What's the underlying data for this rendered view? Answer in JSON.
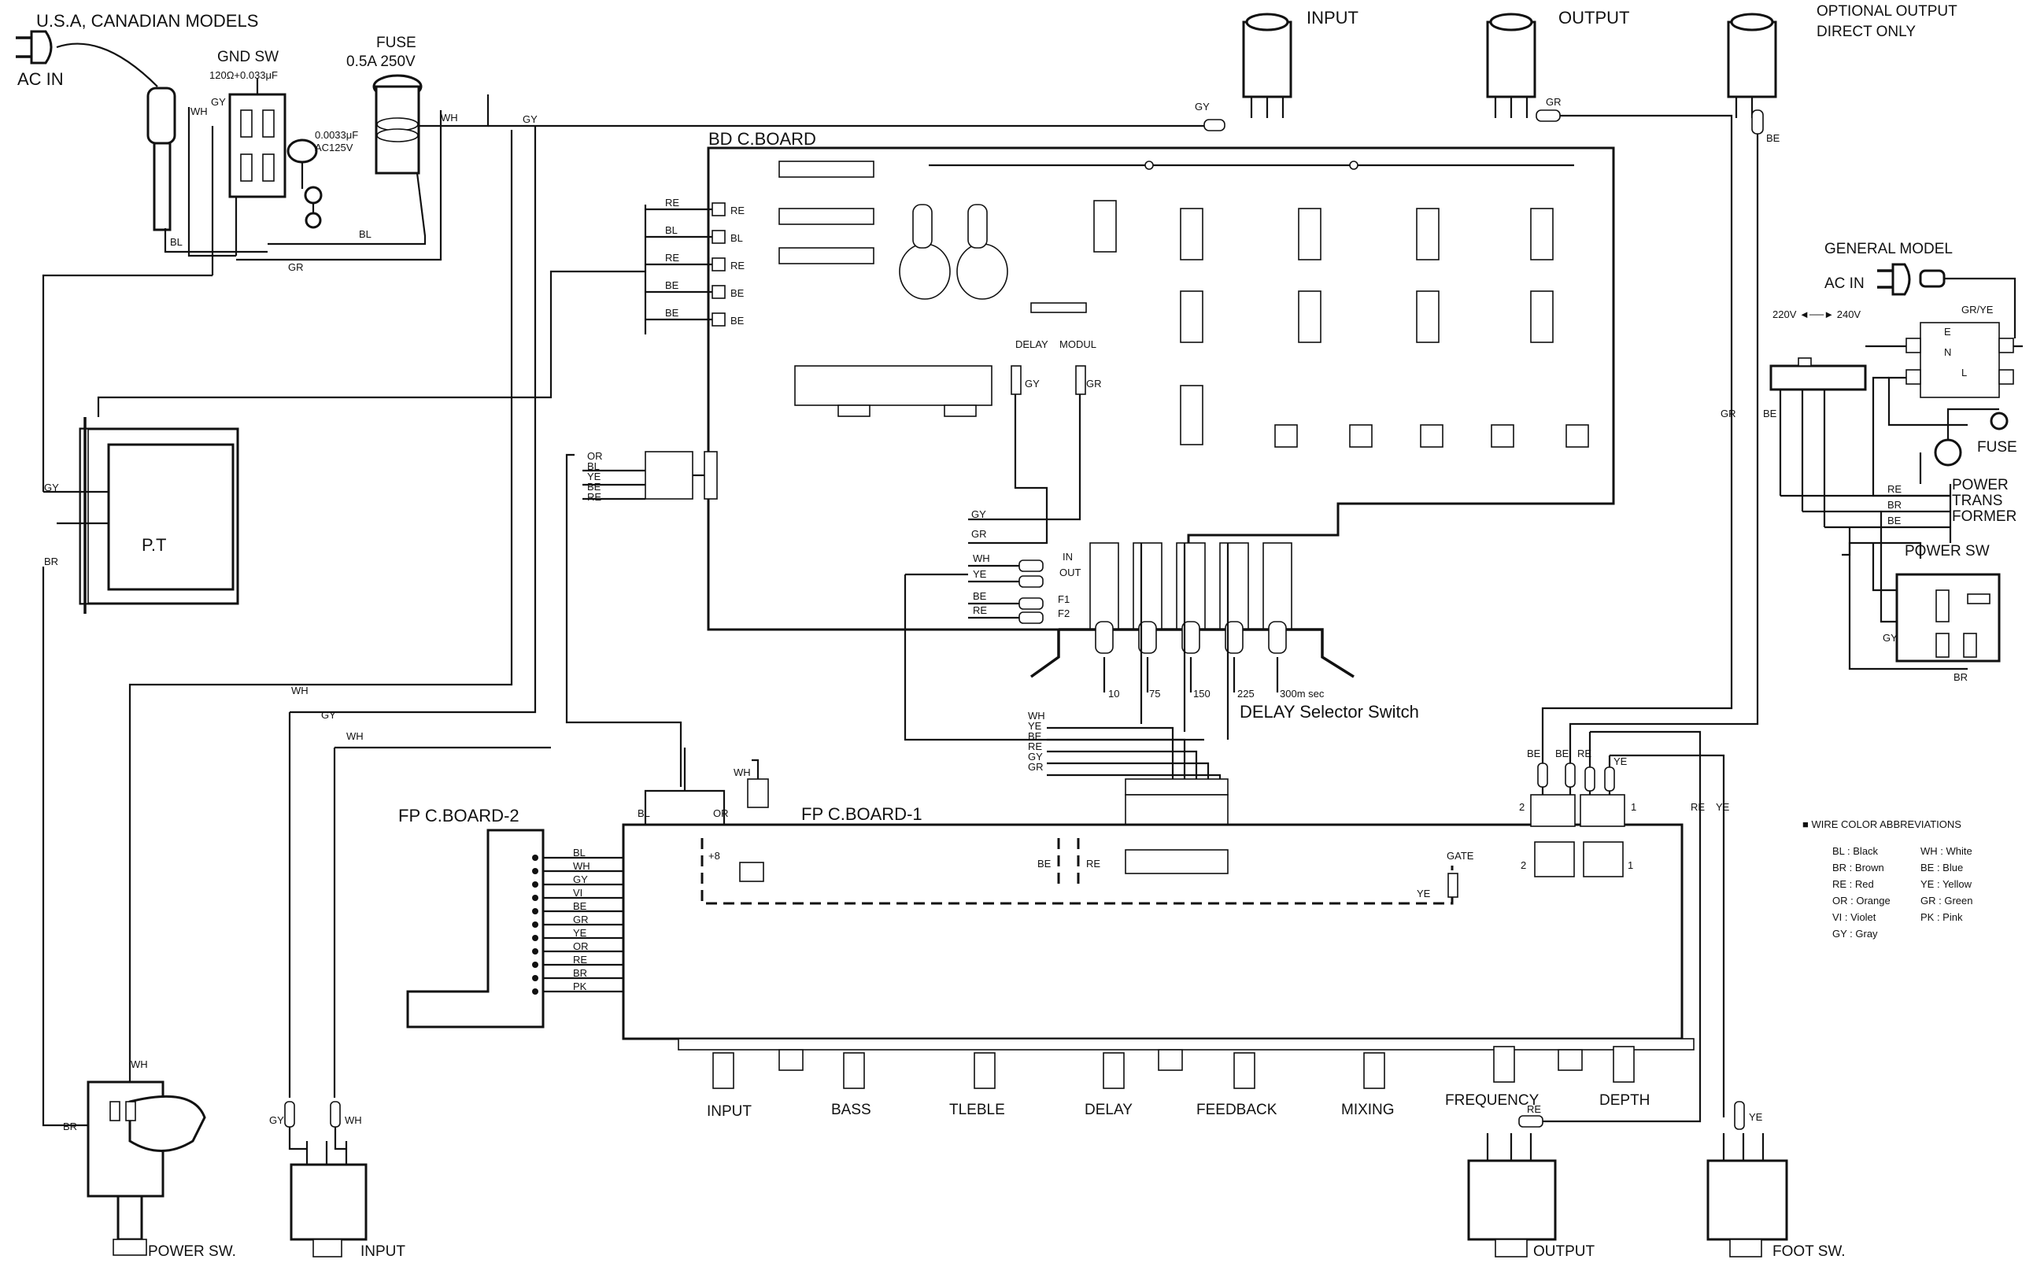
{
  "headers": {
    "us_canadian": "U.S.A, CANADIAN MODELS",
    "ac_in": "AC IN",
    "gnd_sw": "GND SW",
    "gnd_sw_value": "120Ω+0.033μF",
    "cap_value": "0.0033μF",
    "cap_rating": "AC125V",
    "fuse": "FUSE",
    "fuse_rating": "0.5A 250V",
    "pt": "P.T",
    "bd_board": "BD C.BOARD",
    "fp_board1": "FP C.BOARD-1",
    "fp_board2": "FP C.BOARD-2",
    "delay_selector": "DELAY Selector Switch",
    "delay_small": "DELAY",
    "modul_small": "MODUL",
    "in_small": "IN",
    "out_small": "OUT",
    "f1": "F1",
    "f2": "F2",
    "gate": "GATE",
    "plus8": "+8",
    "conn2": "2",
    "conn1": "1"
  },
  "jacks": {
    "top_input": "INPUT",
    "top_output": "OUTPUT",
    "optional_output": "OPTIONAL OUTPUT",
    "direct_only": "DIRECT ONLY",
    "bottom_input": "INPUT",
    "bottom_output": "OUTPUT",
    "foot_sw": "FOOT SW.",
    "power_sw": "POWER SW."
  },
  "general_model": {
    "title": "GENERAL MODEL",
    "ac_in": "AC IN",
    "voltage": "220V ◄──► 240V",
    "fuse": "FUSE",
    "power": "POWER",
    "trans": "TRANS",
    "former": "FORMER",
    "power_sw": "POWER SW",
    "e": "E",
    "n": "N",
    "l": "L",
    "gryel": "GR/YE"
  },
  "delay_positions": [
    "10",
    "75",
    "150",
    "225",
    "300m sec"
  ],
  "knobs": [
    "INPUT",
    "BASS",
    "TLEBLE",
    "DELAY",
    "FEEDBACK",
    "MIXING",
    "FREQUENCY",
    "DEPTH"
  ],
  "bd_left_wires": [
    "RE",
    "BL",
    "RE",
    "BE",
    "BE"
  ],
  "bd_right_wires": [
    "RE",
    "BL",
    "RE",
    "BE",
    "BE"
  ],
  "small_connector_wires": [
    "OR",
    "BL",
    "YE",
    "BE",
    "RE"
  ],
  "fp2_wires": [
    "BL",
    "WH",
    "GY",
    "VI",
    "BE",
    "GR",
    "YE",
    "OR",
    "RE",
    "BR",
    "PK"
  ],
  "delay_bundle": [
    "WH",
    "YE",
    "BE",
    "RE",
    "GY",
    "GR"
  ],
  "inout_wires": [
    "WH",
    "YE",
    "BE",
    "RE"
  ],
  "wire_labels": {
    "gy": "GY",
    "wh": "WH",
    "bl": "BL",
    "gr": "GR",
    "br": "BR",
    "re": "RE",
    "be": "BE",
    "ye": "YE",
    "or": "OR"
  },
  "legend": {
    "title": "■ WIRE COLOR ABBREVIATIONS",
    "left": [
      "BL : Black",
      "BR : Brown",
      "RE : Red",
      "OR : Orange",
      "VI : Violet",
      "GY : Gray"
    ],
    "right": [
      "WH : White",
      "BE : Blue",
      "YE : Yellow",
      "GR : Green",
      "PK : Pink"
    ]
  }
}
